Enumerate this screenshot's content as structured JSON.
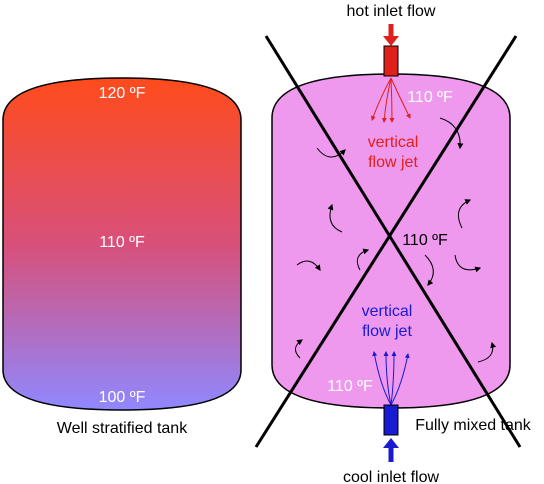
{
  "left_tank": {
    "top_temp": "120 ºF",
    "mid_temp": "110 ºF",
    "bottom_temp": "100 ºF",
    "caption": "Well stratified tank",
    "colors": {
      "top": "#ff4b1c",
      "middle": "#d8507a",
      "bottom": "#8f88ff"
    }
  },
  "right_tank": {
    "top_label": "hot inlet flow",
    "top_temp": "110 ºF",
    "hot_jet_label_line1": "vertical",
    "hot_jet_label_line2": "flow jet",
    "center_temp": "110 ºF",
    "cool_jet_label_line1": "vertical",
    "cool_jet_label_line2": "flow jet",
    "bottom_temp": "110 ºF",
    "caption": "Fully mixed tank",
    "bottom_label": "cool inlet flow",
    "colors": {
      "fill": "#ee99ee",
      "hot": "#e0201a",
      "cool": "#1a1ad0"
    }
  }
}
